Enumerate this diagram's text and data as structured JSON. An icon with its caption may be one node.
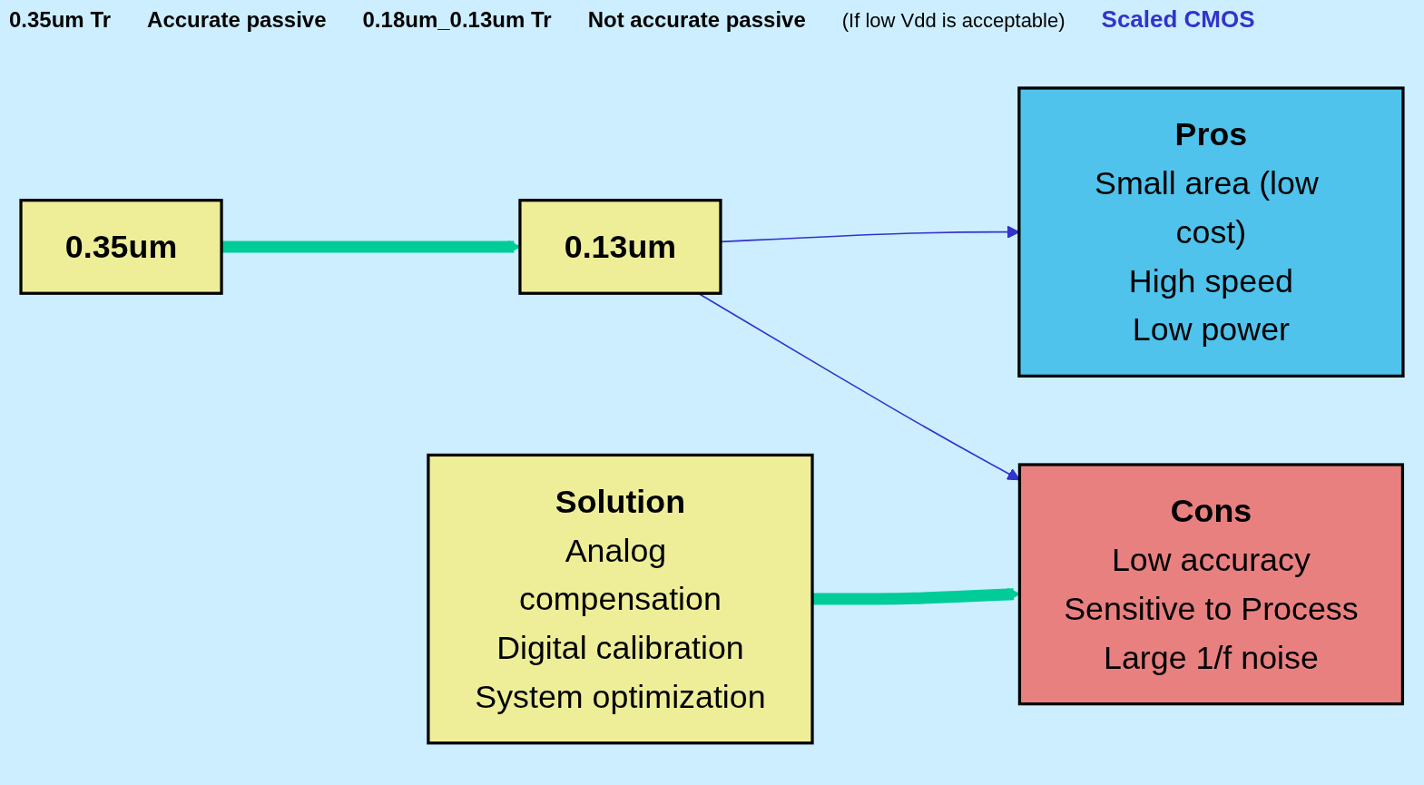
{
  "diagram": {
    "nodes": [
      {
        "text": [
          "0.35um"
        ]
      },
      {
        "text": [
          "0.13um"
        ]
      },
      {
        "text": [
          "Pros",
          "Small area (low cost)",
          "High speed",
          "Low power"
        ]
      },
      {
        "text": [
          "Cons",
          "Low accuracy",
          "Sensitive to Process",
          "Large 1/f noise"
        ]
      },
      {
        "text": [
          "Solution",
          "Analog compensation",
          "Digital calibration",
          "System optimization"
        ]
      }
    ],
    "edges": [
      {
        "from": 0,
        "to": 1,
        "arrow": "to",
        "style": "thick",
        "color": "#00cc99"
      },
      {
        "from": 1,
        "to": 2,
        "arrow": "to",
        "color": "#3333cc"
      },
      {
        "from": 1,
        "to": 3,
        "arrow": "to",
        "color": "#3333cc"
      },
      {
        "from": 4,
        "to": 3,
        "arrow": "to",
        "style": "thick",
        "color": "#00cc99"
      }
    ],
    "labels": [
      "0.35um Tr",
      "Accurate passive",
      "0.18um_0.13um Tr",
      "Not accurate passive",
      "(If low Vdd is acceptable)",
      "Scaled CMOS"
    ]
  }
}
